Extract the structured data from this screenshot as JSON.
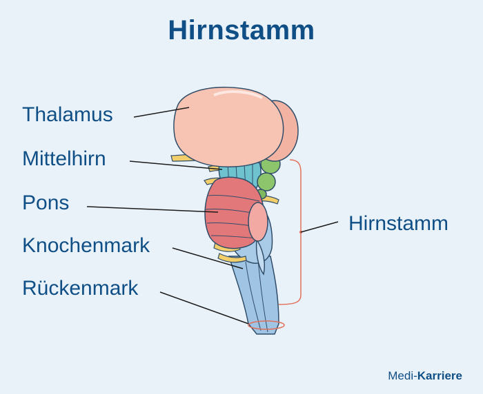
{
  "title": "Hirnstamm",
  "labels": {
    "thalamus": "Thalamus",
    "mittelhirn": "Mittelhirn",
    "pons": "Pons",
    "knochenmark": "Knochenmark",
    "rueckenmark": "Rückenmark",
    "hirnstamm": "Hirnstamm"
  },
  "brand": {
    "prefix": "Medi-",
    "name": "Karriere"
  },
  "colors": {
    "title": "#0f4f86",
    "background": "#eaf2f9",
    "bracket": "#e0705a",
    "thalamus": "#f7c3b3",
    "midbrain": "#6fc3cf",
    "pons": "#e3787a",
    "medulla": "#9fc4e4",
    "nerve": "#f3cf6c",
    "colliculi": "#8cc56b"
  }
}
